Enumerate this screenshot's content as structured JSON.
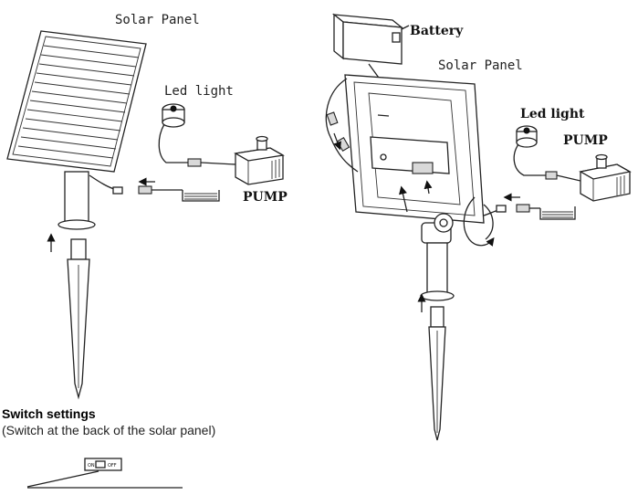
{
  "left_diagram": {
    "solar_panel_label": "Solar Panel",
    "led_light_label": "Led light",
    "pump_label": "PUMP"
  },
  "right_diagram": {
    "battery_label": "Battery",
    "solar_panel_label": "Solar Panel",
    "led_light_label": "Led light",
    "pump_label": "PUMP"
  },
  "switch_settings": {
    "title": "Switch settings",
    "subtitle": "(Switch at the back of the solar panel)",
    "on_label": "ON",
    "off_label": "OFF"
  }
}
